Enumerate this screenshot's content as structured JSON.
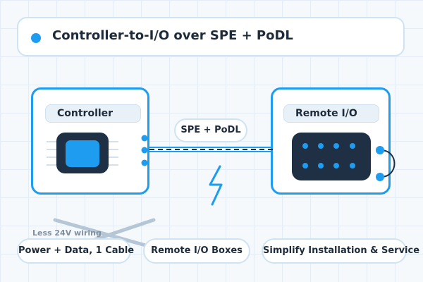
{
  "title": "Controller-to-I/O over SPE + PoDL",
  "controller": {
    "label": "Controller"
  },
  "remote_io": {
    "label": "Remote I/O"
  },
  "link": {
    "label": "SPE + PoDL"
  },
  "benefits": [
    {
      "label": "Power + Data, 1 Cable"
    },
    {
      "label": "Remote I/O Boxes"
    },
    {
      "label": "Simplify Installation & Service"
    }
  ],
  "annotation": "Less 24V wiring",
  "colors": {
    "accent": "#1e9cf0",
    "dark": "#1f3044",
    "card_border": "#cfe3f3",
    "crossed_wire": "#b5c6d6"
  },
  "icons": [
    "bullet-dot-icon",
    "chip-icon",
    "terminal-block-icon",
    "lightning-icon",
    "loop-cable-icon"
  ]
}
